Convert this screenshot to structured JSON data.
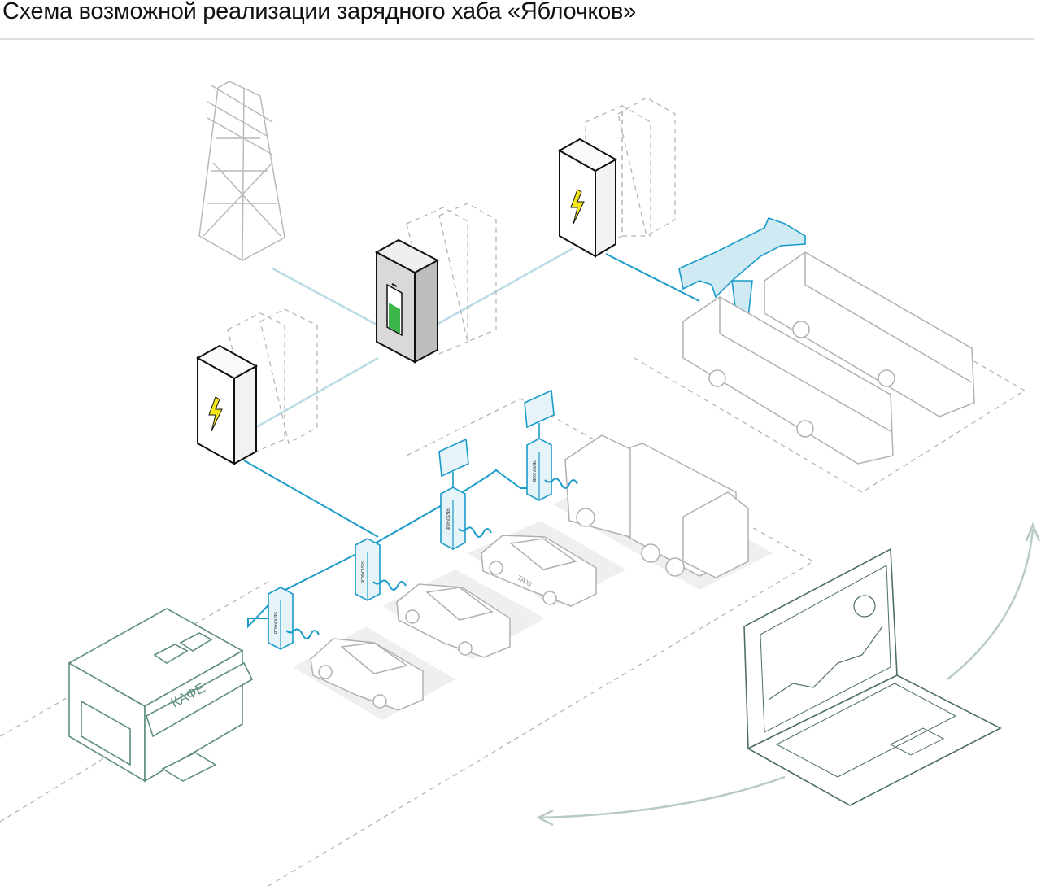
{
  "title": "Схема возможной реализации зарядного хаба «Яблочков»",
  "labels": {
    "cafe": "КАФЕ",
    "taxi": "TAXI",
    "station_brand": "ЯБЛОЧКОВ"
  },
  "colors": {
    "accent_blue": "#1a9bc9",
    "light_blue_line": "#b8dbe6",
    "battery_green": "#3cb54a",
    "lightning_yellow": "#f5e61a",
    "cafe_green": "#5f8f7a"
  }
}
